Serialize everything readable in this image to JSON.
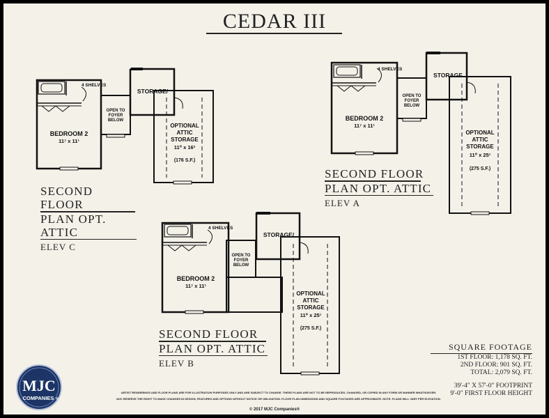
{
  "page": {
    "title": "CEDAR III"
  },
  "plans": [
    {
      "id": "elev-c",
      "label_line1": "SECOND FLOOR",
      "label_line2": "PLAN OPT. ATTIC",
      "elevation": "ELEV C",
      "shelves": "4 SHELVES",
      "bedroom": "BEDROOM 2",
      "bedroom_dim": "11⁷ x 11¹",
      "open_to": [
        "OPEN TO",
        "FOYER",
        "BELOW"
      ],
      "storage": "STORAGE/",
      "attic": [
        "OPTIONAL",
        "ATTIC",
        "STORAGE"
      ],
      "attic_dim": "11⁰ x 16²",
      "attic_sf": "(176 S.F.)"
    },
    {
      "id": "elev-a",
      "label_line1": "SECOND FLOOR",
      "label_line2": "PLAN OPT. ATTIC",
      "elevation": "ELEV A",
      "shelves": "4 SHELVES",
      "bedroom": "BEDROOM 2",
      "bedroom_dim": "11⁷ x 11¹",
      "open_to": [
        "OPEN TO",
        "FOYER",
        "BELOW"
      ],
      "storage": "STORAGE",
      "attic": [
        "OPTIONAL",
        "ATTIC",
        "STORAGE"
      ],
      "attic_dim": "11⁰ x 25¹",
      "attic_sf": "(275 S.F.)"
    },
    {
      "id": "elev-b",
      "label_line1": "SECOND FLOOR",
      "label_line2": "PLAN OPT. ATTIC",
      "elevation": "ELEV B",
      "shelves": "4 SHELVES",
      "bedroom": "BEDROOM 2",
      "bedroom_dim": "11⁷ x 11¹",
      "open_to": [
        "OPEN TO",
        "FOYER",
        "BELOW"
      ],
      "storage": "STORAGE/",
      "attic": [
        "OPTIONAL",
        "ATTIC",
        "STORAGE"
      ],
      "attic_dim": "11⁰ x 25¹",
      "attic_sf": "(275 S.F.)"
    }
  ],
  "square_footage": {
    "heading": "SQUARE FOOTAGE",
    "first_floor": "1ST FLOOR: 1,178 SQ. FT.",
    "second_floor": "2ND FLOOR:   901 SQ. FT.",
    "total": "TOTAL: 2,079 SQ. FT.",
    "footprint": "39'-4\" X 57'-0\" FOOTPRINT",
    "ceiling": "9'-0\" FIRST FLOOR HEIGHT"
  },
  "logo": {
    "mark": "MJC",
    "word": "COMPANIES",
    "reg": "®"
  },
  "footer": {
    "disclaimer_1": "ARTIST RENDERINGS AND FLOOR PLANS ARE FOR ILLUSTRATION PURPOSES ONLY AND ARE SUBJECT TO CHANGE. THESE PLANS ARE NOT TO BE REPRODUCED, CHANGED, OR COPIED IN ANY FORM OR MANNER WHATSOEVER.",
    "disclaimer_2": "MJC RESERVE THE RIGHT TO MAKE CHANGES IN DESIGN, FEATURES AND OPTIONS WITHOUT NOTICE OR OBLIGATION. FLOOR PLAN DIMENSIONS AND SQUARE FOOTAGES ARE APPROXIMATE. NOTE: PLANS WILL VARY PER ELEVATION.",
    "copyright": "© 2017 MJC Companies®"
  },
  "colors": {
    "background": "#f4f1e9",
    "frame": "#000000",
    "ink": "#111111",
    "logo_navy": "#1c3566"
  }
}
